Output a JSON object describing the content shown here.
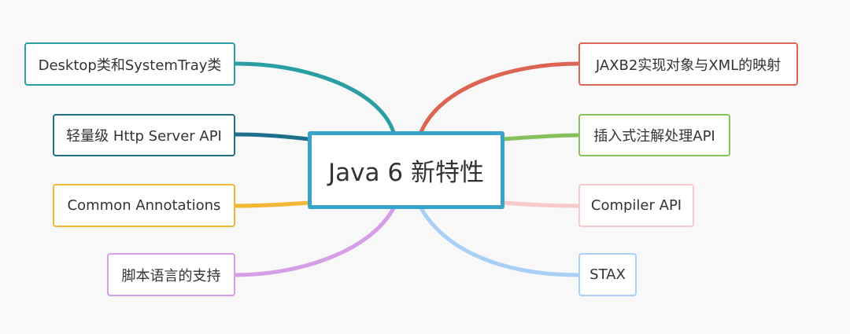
{
  "center": {
    "label": "Java 6 新特性",
    "color": "#3aa3c9"
  },
  "left_branches": [
    {
      "label": "Desktop类和SystemTray类",
      "color": "#2b9ea3"
    },
    {
      "label": "轻量级 Http Server API",
      "color": "#1d6f8c"
    },
    {
      "label": "Common Annotations",
      "color": "#f2b736"
    },
    {
      "label": "脚本语言的支持",
      "color": "#d59ee6"
    }
  ],
  "right_branches": [
    {
      "label": "JAXB2实现对象与XML的映射",
      "color": "#dc6453"
    },
    {
      "label": "插入式注解处理API",
      "color": "#84c15a"
    },
    {
      "label": "Compiler API",
      "color": "#f7c9cb"
    },
    {
      "label": "STAX",
      "color": "#a8d0f4"
    }
  ]
}
